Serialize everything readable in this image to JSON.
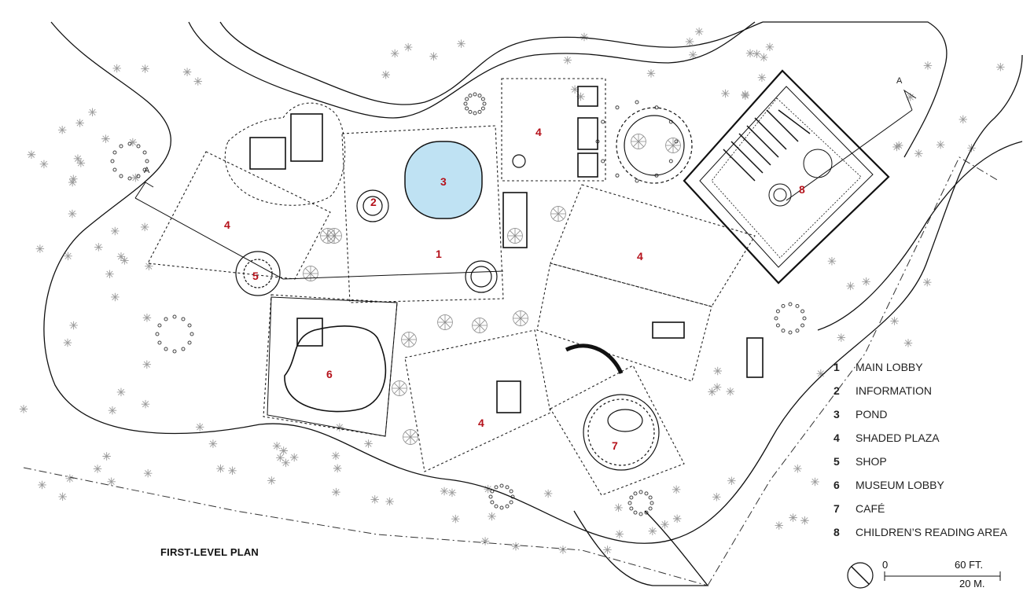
{
  "zones": [
    {
      "number": "1"
    },
    {
      "number": "2"
    },
    {
      "number": "3"
    },
    {
      "number": "4"
    },
    {
      "number": "5"
    },
    {
      "number": "6"
    },
    {
      "number": "7"
    },
    {
      "number": "8"
    }
  ],
  "section_marker": "A",
  "legend": [
    {
      "number": "1",
      "label": "MAIN LOBBY"
    },
    {
      "number": "2",
      "label": "INFORMATION"
    },
    {
      "number": "3",
      "label": "POND"
    },
    {
      "number": "4",
      "label": "SHADED PLAZA"
    },
    {
      "number": "5",
      "label": "SHOP"
    },
    {
      "number": "6",
      "label": "MUSEUM LOBBY"
    },
    {
      "number": "7",
      "label": "CAFÉ"
    },
    {
      "number": "8",
      "label": "CHILDREN’S READING AREA"
    }
  ],
  "title": "FIRST-LEVEL PLAN",
  "scale": {
    "zero": "0",
    "feet": "60 FT.",
    "meters": "20 M."
  },
  "colors": {
    "pond": "#bfe2f3",
    "zone_number": "#b5121b",
    "line": "#111111",
    "tree": "#9a9a9a"
  }
}
